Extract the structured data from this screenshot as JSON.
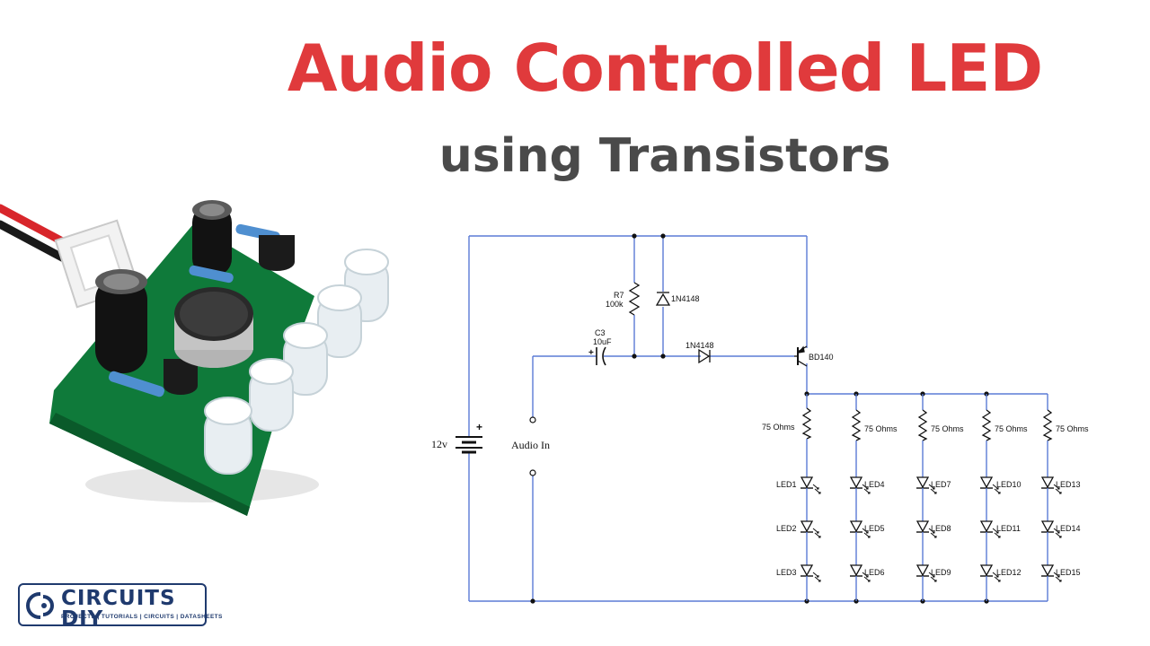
{
  "header": {
    "title": "Audio Controlled LED",
    "subtitle": "using Transistors"
  },
  "schematic": {
    "battery_label": "12v",
    "battery_plus": "+",
    "cap_plus": "+",
    "input_label": "Audio In",
    "capacitor": {
      "ref": "C3",
      "value": "10uF"
    },
    "resistor_bias": {
      "ref": "R7",
      "value": "100k"
    },
    "diode_upper": "1N4148",
    "diode_series": "1N4148",
    "transistor": "BD140",
    "branch_resistors": [
      "75 Ohms",
      "75 Ohms",
      "75 Ohms",
      "75 Ohms",
      "75 Ohms"
    ],
    "leds": [
      [
        "LED1",
        "LED2",
        "LED3"
      ],
      [
        "LED4",
        "LED5",
        "LED6"
      ],
      [
        "LED7",
        "LED8",
        "LED9"
      ],
      [
        "LED10",
        "LED11",
        "LED12"
      ],
      [
        "LED13",
        "LED14",
        "LED15"
      ]
    ],
    "colors": {
      "wire": "#5b7bd5",
      "component": "#111111"
    }
  },
  "logo": {
    "brand": "CIRCUITS DIY",
    "tagline": "PROJECTS | TUTORIALS | CIRCUITS | DATASHEETS",
    "color": "#1f3a6e"
  }
}
